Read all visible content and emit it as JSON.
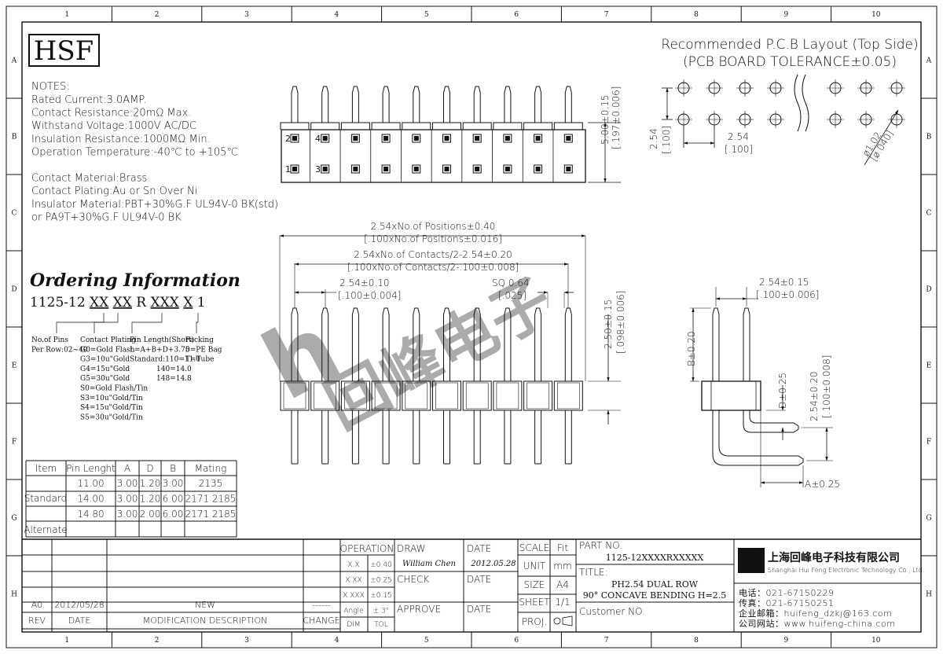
{
  "grid": {
    "cols": [
      "1",
      "2",
      "3",
      "4",
      "5",
      "6",
      "7",
      "8",
      "9",
      "10"
    ],
    "rows": [
      "A",
      "B",
      "C",
      "D",
      "E",
      "F",
      "G",
      "H"
    ]
  },
  "logo": "HSF",
  "notes": {
    "heading": "NOTES:",
    "lines": [
      "Rated Current:3.0AMP.",
      "Contact Resistance:20mΩ Max.",
      "Withstand Voltage:1000V AC/DC",
      "Insulation Resistance:1000MΩ Min.",
      "Operation Temperature:-40℃ to +105℃",
      "",
      "Contact Material:Brass",
      "Contact Plating:Au or Sn Over Ni",
      "Insulator Material:PBT+30%G.F UL94V-0 BK(std)",
      "              or PA9T+30%G.F UL94V-0 BK"
    ]
  },
  "ordering": {
    "title": "Ordering Information",
    "code": [
      "1125-12 ",
      "XX",
      " ",
      "XX",
      " R ",
      "XXX",
      " ",
      "X",
      " 1"
    ],
    "cols": [
      {
        "lines": [
          "No.of Pins",
          "Per Row:02~40"
        ]
      },
      {
        "lines": [
          "Contact Plating",
          "G0=Gold Flash",
          "G3=10u\"Gold",
          "G4=15u\"Gold",
          "G5=30u\"Gold",
          "S0=Gold Flash/Tin",
          "S3=10u\"Gold/Tin",
          "S4=15u\"Gold/Tin",
          "S5=30u\"Gold/Tin"
        ]
      },
      {
        "lines": [
          "Pin Length(Short)",
          "L=A+B+D+3.75",
          "Standard:110=11.0",
          "140=14.0",
          "148=14.8"
        ]
      },
      {
        "lines": [
          "Packing",
          "0=PE Bag",
          "T=Tube"
        ]
      }
    ]
  },
  "pcb": {
    "title1": "Recommended P.C.B Layout (Top Side)",
    "title2": "(PCB BOARD TOLERANCE±0.05)",
    "dim_v": "2.54",
    "dim_v_in": "[.100]",
    "dim_h": "2.54",
    "dim_h_in": "[.100]",
    "hole": "ø1.02",
    "hole_in": "[ø.040]"
  },
  "top_view": {
    "height": "5.00±0.15",
    "height_in": "[.197±0.006]",
    "pin_nums": [
      "2",
      "4",
      "1",
      "3"
    ]
  },
  "front_view": {
    "overall": "2.54xNo.of Positions±0.40",
    "overall_in": "[.100xNo.of Positions±0.016]",
    "contacts": "2.54xNo.of Contacts/2-2.54±0.20",
    "contacts_in": "[.100xNo.of Contacts/2-.100±0.008]",
    "pitch": "2.54±0.10",
    "pitch_in": "[.100±0.004]",
    "sq": "SQ  0.64",
    "sq_in": "[.025]",
    "insul": "2.50±0.15",
    "insul_in": "[.098±0.006]"
  },
  "side_view": {
    "pitch": "2.54±0.15",
    "pitch_in": "[.100±0.006]",
    "b": "B±0.20",
    "d": "D±0.25",
    "row": "2.54±0.20",
    "row_in": "[.100±0.008]",
    "a": "A±0.25"
  },
  "spec_table": {
    "headers": [
      "Item",
      "Pin Lenght",
      "A",
      "D",
      "B",
      "Mating"
    ],
    "group": "Standard",
    "rows": [
      [
        "11.00",
        "3.00",
        "1.20",
        "3.00",
        "2135"
      ],
      [
        "14.00",
        "3.00",
        "1.20",
        "6.00",
        "2171  2185"
      ],
      [
        "14.80",
        "3.00",
        "2.00",
        "6.00",
        "2171  2185"
      ]
    ],
    "alternate": "Alternate"
  },
  "revision": {
    "rev": "A0",
    "date": "2012/05/28",
    "desc": "NEW",
    "change": "------",
    "h_rev": "REV",
    "h_date": "DATE",
    "h_desc": "MODIFICATION  DESCRIPTION",
    "h_change": "CHANGE"
  },
  "title_block": {
    "operation": "OPERATION",
    "tol": [
      [
        "X.X",
        "±0.40"
      ],
      [
        "X.XX",
        "±0.25"
      ],
      [
        "X.XXX",
        "±0.15"
      ],
      [
        "Angle",
        "±  3°"
      ]
    ],
    "dim": "DIM",
    "tolh": "TOL",
    "draw": "DRAW",
    "drawer": "William Chen",
    "date_label": "DATE",
    "draw_date": "2012.05.28",
    "check": "CHECK",
    "approve": "APPROVE",
    "scale": "SCALE",
    "scale_val": "Fit",
    "unit": "UNIT",
    "unit_val": "mm",
    "size": "SIZE",
    "size_val": "A4",
    "sheet": "SHEET",
    "sheet_val": "1/1",
    "proj": "PROJ.",
    "partno_label": "PART NO.",
    "partno": "1125-12XXXXRXXXXX",
    "title_label": "TITLE:",
    "title1": "PH2.54 DUAL ROW",
    "title2": "90° CONCAVE BENDING H=2.5",
    "customer": "Customer NO.",
    "company_cn": "上海回峰电子科技有限公司",
    "company_en": "Shanghai Hui Feng Electronic Technology Co., Ltd.",
    "tel": "电话：021-67150229",
    "fax": "传真：021-67150251",
    "email": "企业邮箱：huifeng_dzkj@163.com",
    "web": "公司网站：www.huifeng-china.com"
  },
  "watermark": "回峰电子"
}
